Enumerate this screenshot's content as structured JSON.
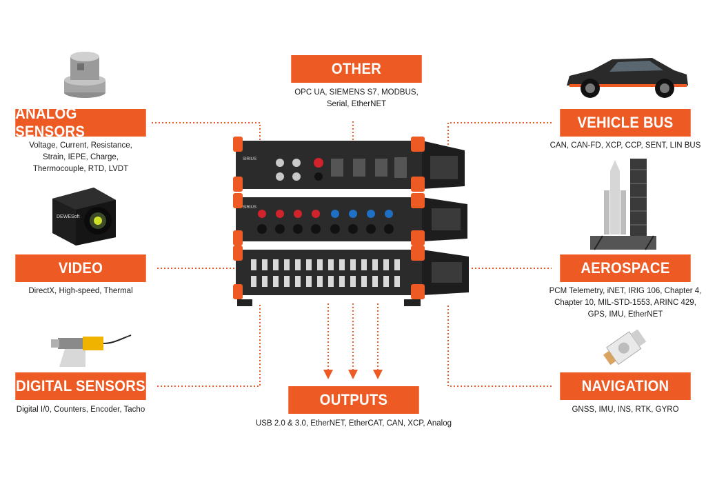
{
  "categories": {
    "analog": {
      "title": "ANALOG SENSORS",
      "lines": [
        "Voltage, Current, Resistance,",
        "Strain, IEPE, Charge,",
        "Thermocouple, RTD, LVDT"
      ]
    },
    "video": {
      "title": "VIDEO",
      "lines": [
        "DirectX, High-speed, Thermal"
      ]
    },
    "digital": {
      "title": "DIGITAL SENSORS",
      "lines": [
        "Digital I/0, Counters, Encoder, Tacho"
      ]
    },
    "other": {
      "title": "OTHER",
      "lines": [
        "OPC UA, SIEMENS S7, MODBUS,",
        "Serial, EtherNET"
      ]
    },
    "outputs": {
      "title": "OUTPUTS",
      "lines": [
        "USB 2.0 & 3.0, EtherNET, EtherCAT, CAN, XCP, Analog"
      ]
    },
    "vehicle": {
      "title": "VEHICLE BUS",
      "lines": [
        "CAN, CAN-FD, XCP, CCP, SENT, LIN BUS"
      ]
    },
    "aerospace": {
      "title": "AEROSPACE",
      "lines": [
        "PCM Telemetry, iNET, IRIG 106, Chapter 4,",
        "Chapter 10, MIL-STD-1553, ARINC 429,",
        "GPS, IMU, EtherNET"
      ]
    },
    "navigation": {
      "title": "NAVIGATION",
      "lines": [
        "GNSS, IMU, INS, RTK, GYRO"
      ]
    }
  },
  "device": {
    "brand_label": "SIRIUS",
    "camera_label": "DEWESoft"
  },
  "colors": {
    "accent": "#ee5a24",
    "device_body": "#2b2b2b",
    "connector_red": "#d0232b",
    "connector_blue": "#1f6fc4"
  }
}
